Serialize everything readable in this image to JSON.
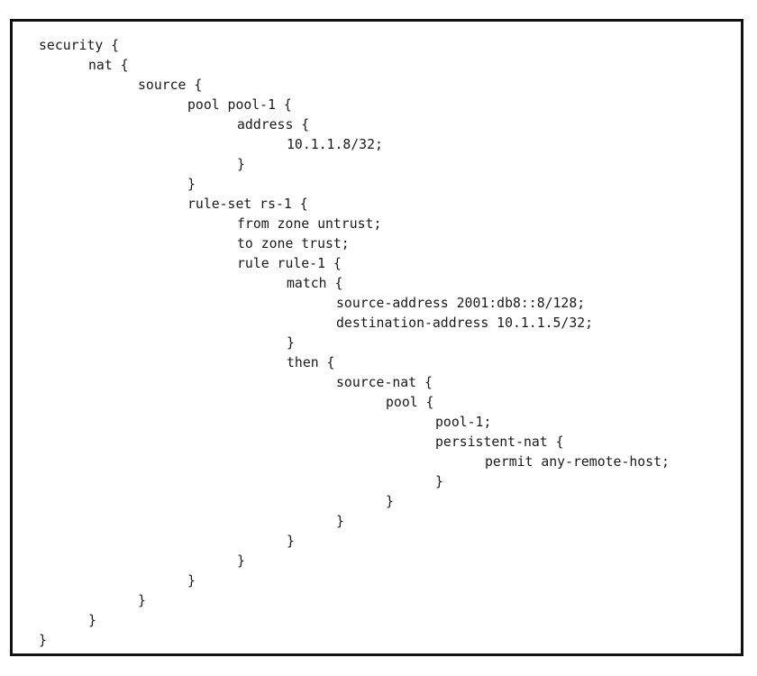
{
  "document": {
    "lines": [
      {
        "indent": 0,
        "text": "security {"
      },
      {
        "indent": 1,
        "text": "nat {"
      },
      {
        "indent": 2,
        "text": "source {"
      },
      {
        "indent": 3,
        "text": "pool pool-1 {"
      },
      {
        "indent": 4,
        "text": "address {"
      },
      {
        "indent": 5,
        "text": "10.1.1.8/32;"
      },
      {
        "indent": 4,
        "text": "}"
      },
      {
        "indent": 3,
        "text": "}"
      },
      {
        "indent": 3,
        "text": "rule-set rs-1 {"
      },
      {
        "indent": 4,
        "text": "from zone untrust;"
      },
      {
        "indent": 4,
        "text": "to zone trust;"
      },
      {
        "indent": 4,
        "text": "rule rule-1 {"
      },
      {
        "indent": 5,
        "text": "match {"
      },
      {
        "indent": 6,
        "text": "source-address 2001:db8::8/128;"
      },
      {
        "indent": 6,
        "text": "destination-address 10.1.1.5/32;"
      },
      {
        "indent": 5,
        "text": "}"
      },
      {
        "indent": 5,
        "text": "then {"
      },
      {
        "indent": 6,
        "text": "source-nat {"
      },
      {
        "indent": 7,
        "text": "pool {"
      },
      {
        "indent": 8,
        "text": "pool-1;"
      },
      {
        "indent": 8,
        "text": "persistent-nat {"
      },
      {
        "indent": 9,
        "text": "permit any-remote-host;"
      },
      {
        "indent": 8,
        "text": "}"
      },
      {
        "indent": 7,
        "text": "}"
      },
      {
        "indent": 6,
        "text": "}"
      },
      {
        "indent": 5,
        "text": "}"
      },
      {
        "indent": 4,
        "text": "}"
      },
      {
        "indent": 3,
        "text": "}"
      },
      {
        "indent": 2,
        "text": "}"
      },
      {
        "indent": 1,
        "text": "}"
      },
      {
        "indent": 0,
        "text": "}"
      }
    ]
  }
}
